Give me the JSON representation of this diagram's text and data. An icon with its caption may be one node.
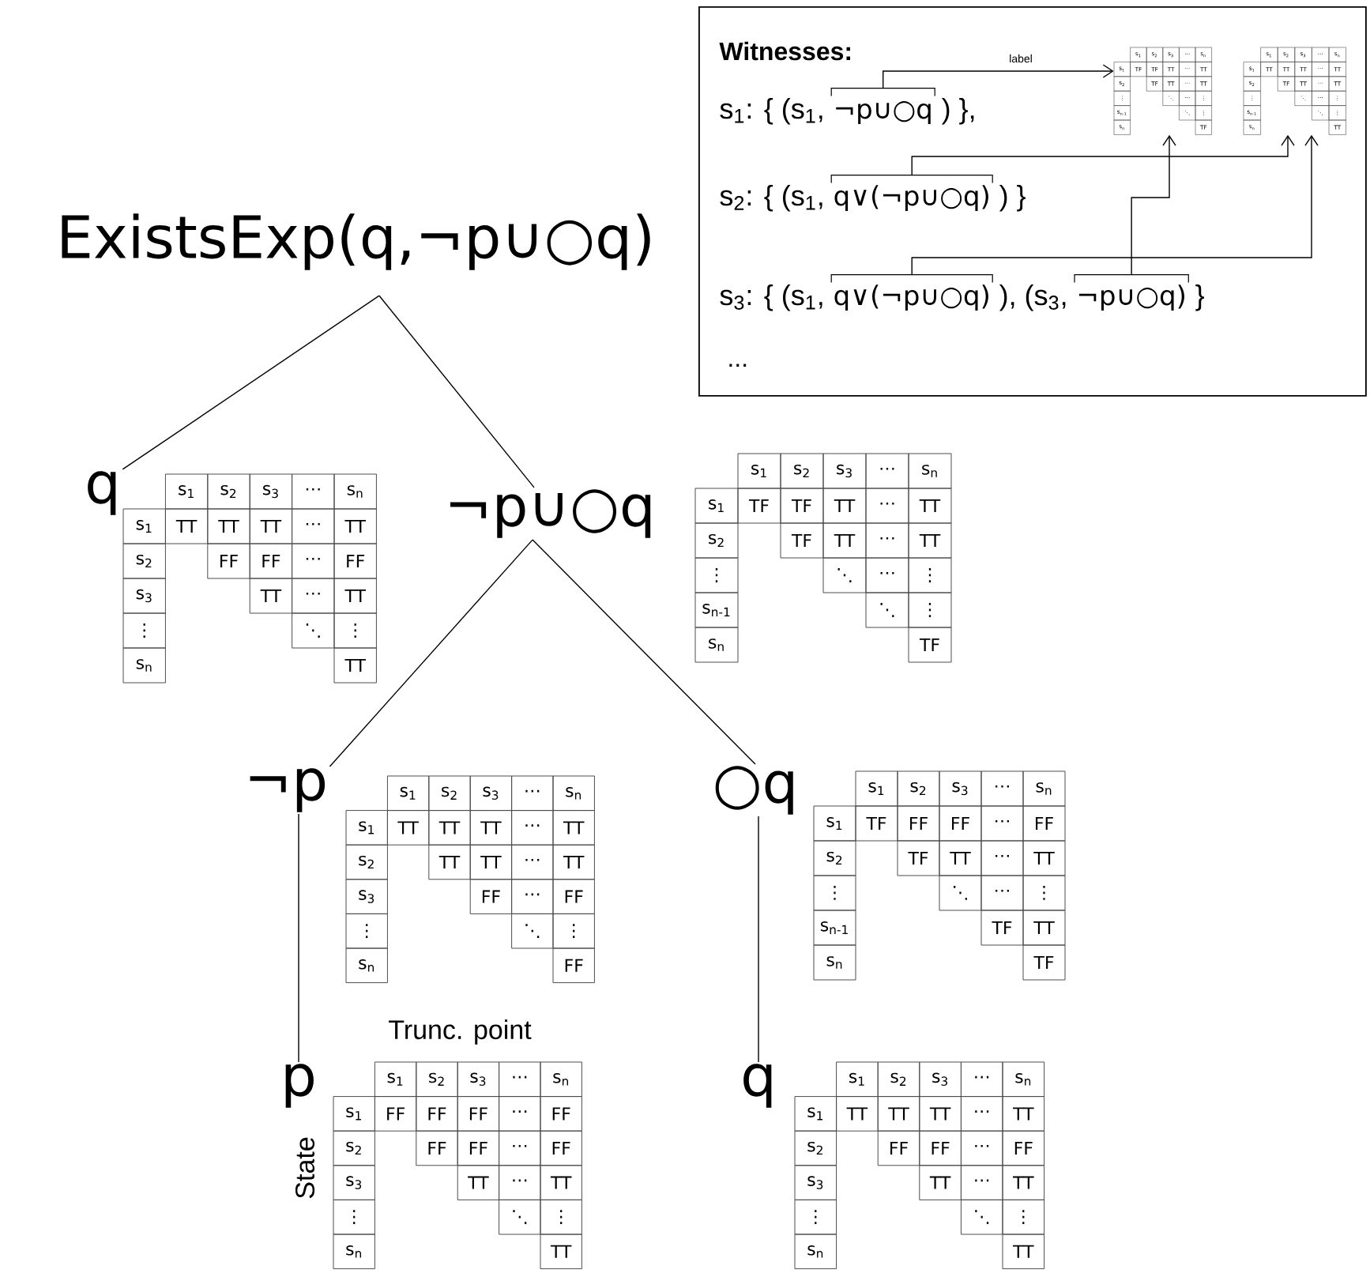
{
  "diagram": {
    "nodes": [
      {
        "text": [
          "ExistsExp(q,¬p∪○q)"
        ]
      },
      {
        "text": [
          "q"
        ]
      },
      {
        "text": [
          "s$_{1}$",
          "s$_{2}$",
          "s$_{3}$",
          "⋯",
          "s$_{n}$",
          "s$_{1}$",
          "TT",
          "TT",
          "TT",
          "⋯",
          "TT",
          "s$_{2}$",
          "FF",
          "FF",
          "⋯",
          "FF",
          "s$_{3}$",
          "TT",
          "⋯",
          "TT",
          "⋮",
          "⋱",
          "⋮",
          "s$_{n}$",
          "TT"
        ]
      },
      {
        "text": [
          "¬p∪○q"
        ]
      },
      {
        "text": [
          "s$_{1}$",
          "s$_{2}$",
          "s$_{3}$",
          "⋯",
          "s$_{n}$",
          "s$_{1}$",
          "TF",
          "TF",
          "TT",
          "⋯",
          "TT",
          "s$_{2}$",
          "TF",
          "TT",
          "⋯",
          "TT",
          "⋮",
          "⋱",
          "⋯",
          "⋮",
          "s$_{n-1}$",
          "⋱",
          "⋮",
          "s$_{n}$",
          "TF"
        ]
      },
      {
        "text": [
          "¬p"
        ]
      },
      {
        "text": [
          "s$_{1}$",
          "s$_{2}$",
          "s$_{3}$",
          "⋯",
          "s$_{n}$",
          "s$_{1}$",
          "TT",
          "TT",
          "TT",
          "⋯",
          "TT",
          "s$_{2}$",
          "TT",
          "TT",
          "⋯",
          "TT",
          "s$_{3}$",
          "FF",
          "⋯",
          "FF",
          "⋮",
          "⋱",
          "⋮",
          "s$_{n}$",
          "FF"
        ]
      },
      {
        "text": [
          "○q"
        ]
      },
      {
        "text": [
          "s$_{1}$",
          "s$_{2}$",
          "s$_{3}$",
          "⋯",
          "s$_{n}$",
          "s$_{1}$",
          "TF",
          "FF",
          "FF",
          "⋯",
          "FF",
          "s$_{2}$",
          "TF",
          "TT",
          "⋯",
          "TT",
          "⋮",
          "⋱",
          "⋯",
          "⋮",
          "s$_{n-1}$",
          "TF",
          "TT",
          "s$_{n}$",
          "TF"
        ]
      },
      {
        "text": [
          "p"
        ]
      },
      {
        "text": [
          "s$_{1}$",
          "s$_{2}$",
          "s$_{3}$",
          "⋯",
          "s$_{n}$",
          "s$_{1}$",
          "FF",
          "FF",
          "FF",
          "⋯",
          "FF",
          "s$_{2}$",
          "FF",
          "FF",
          "⋯",
          "FF",
          "s$_{3}$",
          "TT",
          "⋯",
          "TT",
          "⋮",
          "⋱",
          "⋮",
          "s$_{n}$",
          "TT"
        ],
        "beside": [
          "Trunc. point",
          "State"
        ]
      },
      {
        "text": [
          "q"
        ]
      },
      {
        "text": [
          "s$_{1}$",
          "s$_{2}$",
          "s$_{3}$",
          "⋯",
          "s$_{n}$",
          "s$_{1}$",
          "TT",
          "TT",
          "TT",
          "⋯",
          "TT",
          "s$_{2}$",
          "FF",
          "FF",
          "⋯",
          "FF",
          "s$_{3}$",
          "TT",
          "⋯",
          "TT",
          "⋮",
          "⋱",
          "⋮",
          "s$_{n}$",
          "TT"
        ]
      },
      {
        "text": [
          "Witnesses:"
        ]
      },
      {
        "text": [
          "¬p∪○q"
        ],
        "in": 13
      },
      {
        "text": [
          "s$_{1}$",
          "s$_{2}$",
          "s$_{3}$",
          "⋯",
          "s$_{n}$",
          "s$_{1}$",
          "TF",
          "TF",
          "TT",
          "⋯",
          "TT",
          "s$_{2}$",
          "TF",
          "TT",
          "⋯",
          "TT",
          "⋮",
          "⋱",
          "⋯",
          "⋮",
          "s$_{n-1}$",
          "⋱",
          "⋮",
          "s$_{n}$",
          "TF"
        ],
        "in": 13
      },
      {
        "text": [
          "s$_{1}$",
          "s$_{2}$",
          "s$_{3}$",
          "⋯",
          "s$_{n}$",
          "s$_{1}$",
          "TT",
          "TT",
          "TT",
          "⋯",
          "TT",
          "s$_{2}$",
          "TF",
          "TT",
          "⋯",
          "TT",
          "⋮",
          "⋱",
          "⋯",
          "⋮",
          "s$_{n-1}$",
          "⋱",
          "⋮",
          "s$_{n}$",
          "TT"
        ],
        "in": 13
      },
      {
        "text": [
          "q∨(¬p∪○q)"
        ],
        "in": 13
      },
      {
        "text": [
          "q∨(¬p∪○q)"
        ],
        "in": 13
      },
      {
        "text": [
          "¬p∪○q)"
        ],
        "in": 13
      }
    ],
    "edges": [
      {
        "from": 0,
        "to": 1,
        "arrow": "none"
      },
      {
        "from": 0,
        "to": 3,
        "arrow": "none"
      },
      {
        "from": 3,
        "to": 5,
        "arrow": "none"
      },
      {
        "from": 3,
        "to": 7,
        "arrow": "none"
      },
      {
        "from": 5,
        "to": 9,
        "arrow": "none"
      },
      {
        "from": 7,
        "to": 11,
        "arrow": "none"
      },
      {
        "from": 14,
        "to": 15,
        "arrow": "to",
        "label": "label"
      },
      {
        "from": 17,
        "to": 16,
        "arrow": "to"
      },
      {
        "from": 18,
        "to": 16,
        "arrow": "to"
      },
      {
        "from": 19,
        "to": 15,
        "arrow": "to"
      }
    ],
    "labels": [
      "s$_{1}$: { (s$_{1}$,",
      ") },",
      "s$_{2}$: { (s$_{1}$,",
      ") }",
      "s$_{3}$: { (s$_{1}$,",
      "), (s$_{3}$,",
      "}",
      "..."
    ]
  }
}
